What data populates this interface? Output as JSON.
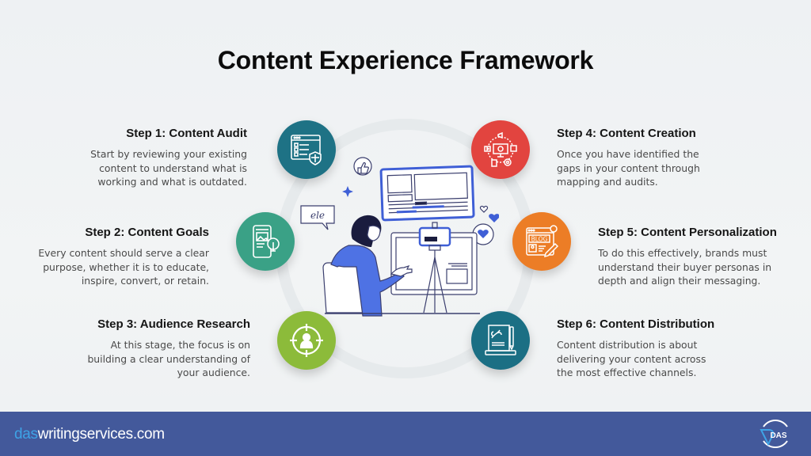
{
  "header": {
    "title": "Content Experience Framework"
  },
  "steps": [
    {
      "title": "Step 1: Content Audit",
      "lines": [
        "Start by reviewing your existing",
        "content to understand what is",
        "working and what is outdated."
      ],
      "icon": "checklist-shield-icon",
      "color": "#1e7285"
    },
    {
      "title": "Step 2: Content Goals",
      "lines": [
        "Every content should serve a clear",
        "purpose, whether it is to educate,",
        "inspire, convert, or retain."
      ],
      "icon": "mobile-idea-bulb-icon",
      "color": "#3aa186"
    },
    {
      "title": "Step 3: Audience Research",
      "lines": [
        "At this stage, the focus is on",
        "building a clear understanding of",
        "your audience."
      ],
      "icon": "target-person-icon",
      "color": "#8cbb3a"
    },
    {
      "title": "Step 4: Content Creation",
      "lines": [
        "Once you have identified the",
        "gaps in your content through",
        "mapping and audits."
      ],
      "icon": "monitor-gear-cycle-icon",
      "color": "#e2443f"
    },
    {
      "title": "Step 5: Content Personalization",
      "lines": [
        "To do this effectively, brands must",
        "understand their buyer personas in",
        "depth and align their messaging."
      ],
      "icon": "blog-icon",
      "color": "#ec7d26",
      "icon_text": "BLOG"
    },
    {
      "title": "Step 6: Content Distribution",
      "lines": [
        "Content distribution is about",
        "delivering your content across",
        "the most effective channels."
      ],
      "icon": "document-pen-laptop-icon",
      "color": "#1b6f84"
    }
  ],
  "illustration": {
    "speech_bubble_text": "ele",
    "subject": "person-recording-video-icon"
  },
  "footer": {
    "domain_accent": "das",
    "domain_rest": "writingservices.com",
    "logo_text": "DAS",
    "background": "#43599b",
    "accent_color": "#3ea3e6"
  }
}
